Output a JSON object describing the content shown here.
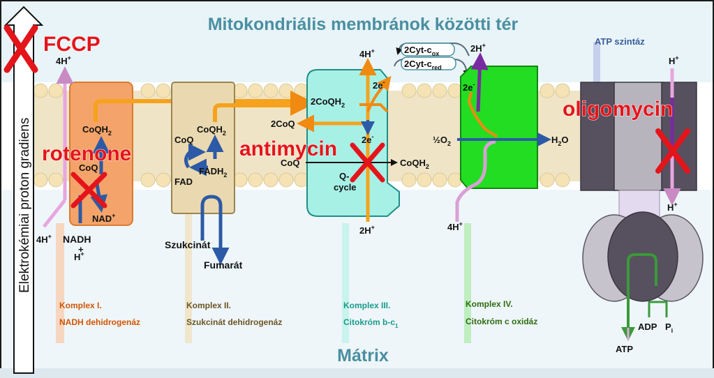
{
  "title_top": "Mitokondriális membránok közötti tér",
  "title_bottom": "Mátrix",
  "gradient_label": "Elektrokémiai proton gradiens",
  "inhibitors": {
    "fccp": "FCCP",
    "rotenone": "rotenone",
    "antimycin": "antimycin",
    "oligomycin": "oligomycin"
  },
  "complex1": {
    "title": "Komplex I.",
    "subtitle": "NADH dehidrogenáz",
    "coqh2": "CoQH",
    "coq": "CoQ",
    "nad": "NAD",
    "nadh": "NADH",
    "plus": "+",
    "h": "H",
    "h_top": "4H",
    "h_bottom": "4H"
  },
  "complex2": {
    "title": "Komplex II.",
    "subtitle": "Szukcinát dehidrogenáz",
    "coq": "CoQ",
    "coqh2": "CoQH",
    "fad": "FAD",
    "fadh2": "FADH",
    "succinate": "Szukcinát",
    "fumarate": "Fumarát"
  },
  "complex3": {
    "title": "Komplex III.",
    "subtitle": "Citokróm b-c",
    "subtitle_sub": "1",
    "h_top": "4H",
    "h_bottom": "2H",
    "coqh2_2": "2CoQH",
    "coq_2": "2CoQ",
    "coq": "CoQ",
    "coqh2": "CoQH",
    "e_top": "2e",
    "e_mid": "2e",
    "qcycle_1": "Q-",
    "qcycle_2": "cycle"
  },
  "cytc": {
    "ox": "2Cyt-c",
    "ox_sub": "ox",
    "red": "2Cyt-c",
    "red_sub": "red"
  },
  "complex4": {
    "title": "Komplex IV.",
    "subtitle": "Citokróm c oxidáz",
    "h_top": "2H",
    "h_bottom": "4H",
    "e": "2e",
    "o2": "½O",
    "h2o": "H",
    "h2o_o": "O"
  },
  "atp_synthase": {
    "title": "ATP szintáz",
    "h_top": "H",
    "h_bottom": "H",
    "atp": "ATP",
    "adp": "ADP",
    "pi": "P",
    "pi_sub": "i"
  },
  "superscripts": {
    "plus": "+",
    "minus": "-",
    "two": "2"
  },
  "colors": {
    "membrane_head": "#f5e3b5",
    "membrane_tail": "#d9c99a",
    "complex1_fill": "#f4a46a",
    "complex2_fill": "#ead9b0",
    "complex3_fill": "#a7f0e6",
    "complex4_fill": "#22dd22",
    "atp_dark": "#57505f",
    "atp_light": "#c7c3cc",
    "title_color": "#4a8fa1",
    "inhibitor_red": "#e4141b",
    "caption1": "#d35400",
    "caption2": "#6b5524",
    "caption3": "#1a9a8a",
    "caption4": "#2e6b0f",
    "arrow_blue": "#3b6dbb",
    "arrow_orange": "#f6a21c",
    "arrow_pink": "#e7a6e0"
  }
}
